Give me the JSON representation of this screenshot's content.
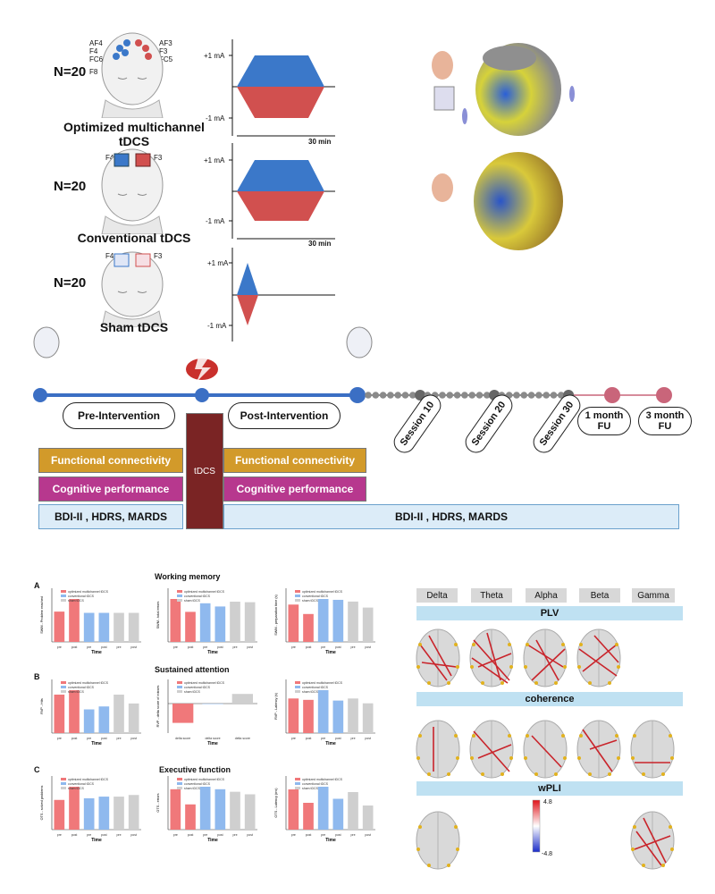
{
  "groups": [
    {
      "n": "N=20",
      "label_line1": "Optimized multichannel",
      "label_line2": "tDCS",
      "electrodes_left": [
        "AF4",
        "F4",
        "FC6",
        "F8"
      ],
      "electrodes_right": [
        "AF3",
        "F3",
        "FC5"
      ]
    },
    {
      "n": "N=20",
      "label_line1": "Conventional tDCS",
      "label_line2": "",
      "electrodes_left": [
        "F4"
      ],
      "electrodes_right": [
        "F3"
      ]
    },
    {
      "n": "N=20",
      "label_line1": "Sham tDCS",
      "label_line2": "",
      "electrodes_left": [
        "F4"
      ],
      "electrodes_right": [
        "F3"
      ]
    }
  ],
  "waveforms": {
    "plus": "+1 mA",
    "minus": "-1 mA",
    "duration": "30 min"
  },
  "timeline": {
    "pre": "Pre-Intervention",
    "post": "Post-Intervention",
    "sessions": [
      "Session 10",
      "Session 20",
      "Session 30"
    ],
    "followups": [
      {
        "line1": "1 month",
        "line2": "FU"
      },
      {
        "line1": "3 month",
        "line2": "FU"
      }
    ],
    "tdcs": "tDCS",
    "functional_connectivity": "Functional connectivity",
    "cognitive_performance": "Cognitive performance",
    "scales": "BDI-II , HDRS, MARDS",
    "scales_post": "BDI-II , HDRS, MARDS"
  },
  "colors": {
    "anode_blue": "#3b78c9",
    "cathode_red": "#d1504f",
    "timeline_blue": "#3b6fc4",
    "session_grey": "#777777",
    "fu_pink": "#c9657a",
    "gold": "#d29a2a",
    "magenta": "#b7388e"
  },
  "bottom": {
    "panel_letters": [
      "A",
      "B",
      "C"
    ],
    "section_titles": [
      "Working memory",
      "Sustained attention",
      "Executive function"
    ],
    "legend": [
      "optimized multichannel tDCS",
      "conventional tDCS",
      "sham tDCS"
    ],
    "bands": [
      "Delta",
      "Theta",
      "Alpha",
      "Beta",
      "Gamma"
    ],
    "metrics": [
      "PLV",
      "coherence",
      "wPLI"
    ],
    "colorbar": {
      "max": "4.8",
      "min": "-4.8"
    },
    "time_label": "Time",
    "ylabels": [
      "SWM - Problem reached",
      "SWM - total errors",
      "SWM - preparation time (s)",
      "RVP - Hits",
      "RVP - delta score of misses",
      "RVP - Latency (s)",
      "OTS - solved problems",
      "OTS - errors",
      "OTS - Latency (ms)"
    ]
  },
  "chart_data": [
    {
      "type": "bar",
      "categories": [
        "pre",
        "post",
        "pre",
        "post",
        "pre",
        "post"
      ],
      "values": [
        2.4,
        3.4,
        2.3,
        2.3,
        2.3,
        2.3
      ]
    },
    {
      "type": "bar",
      "categories": [
        "pre",
        "post",
        "pre",
        "post",
        "pre",
        "post"
      ],
      "values": [
        80,
        56,
        72,
        66,
        75,
        74
      ]
    },
    {
      "type": "bar",
      "categories": [
        "pre",
        "post",
        "pre",
        "post",
        "pre",
        "post"
      ],
      "values": [
        870,
        650,
        1000,
        980,
        940,
        800
      ]
    },
    {
      "type": "bar",
      "categories": [
        "pre",
        "post",
        "pre",
        "post",
        "pre",
        "post"
      ],
      "values": [
        13,
        14.5,
        8,
        9,
        13,
        10
      ]
    },
    {
      "type": "bar",
      "categories": [
        "delta score",
        "delta score",
        "delta score"
      ],
      "values": [
        -6,
        0,
        3
      ]
    },
    {
      "type": "bar",
      "categories": [
        "pre",
        "post",
        "pre",
        "post",
        "pre",
        "post"
      ],
      "values": [
        500,
        480,
        620,
        470,
        500,
        430
      ]
    },
    {
      "type": "bar",
      "categories": [
        "pre",
        "post",
        "pre",
        "post",
        "pre",
        "post"
      ],
      "values": [
        9,
        13,
        9.5,
        10,
        10,
        10.5
      ]
    },
    {
      "type": "bar",
      "categories": [
        "pre",
        "post",
        "pre",
        "post",
        "pre",
        "post"
      ],
      "values": [
        8,
        5,
        8.5,
        8,
        7.5,
        7
      ]
    },
    {
      "type": "bar",
      "categories": [
        "pre",
        "post",
        "pre",
        "post",
        "pre",
        "post"
      ],
      "values": [
        15000,
        10000,
        16000,
        11500,
        14000,
        9000
      ]
    }
  ]
}
